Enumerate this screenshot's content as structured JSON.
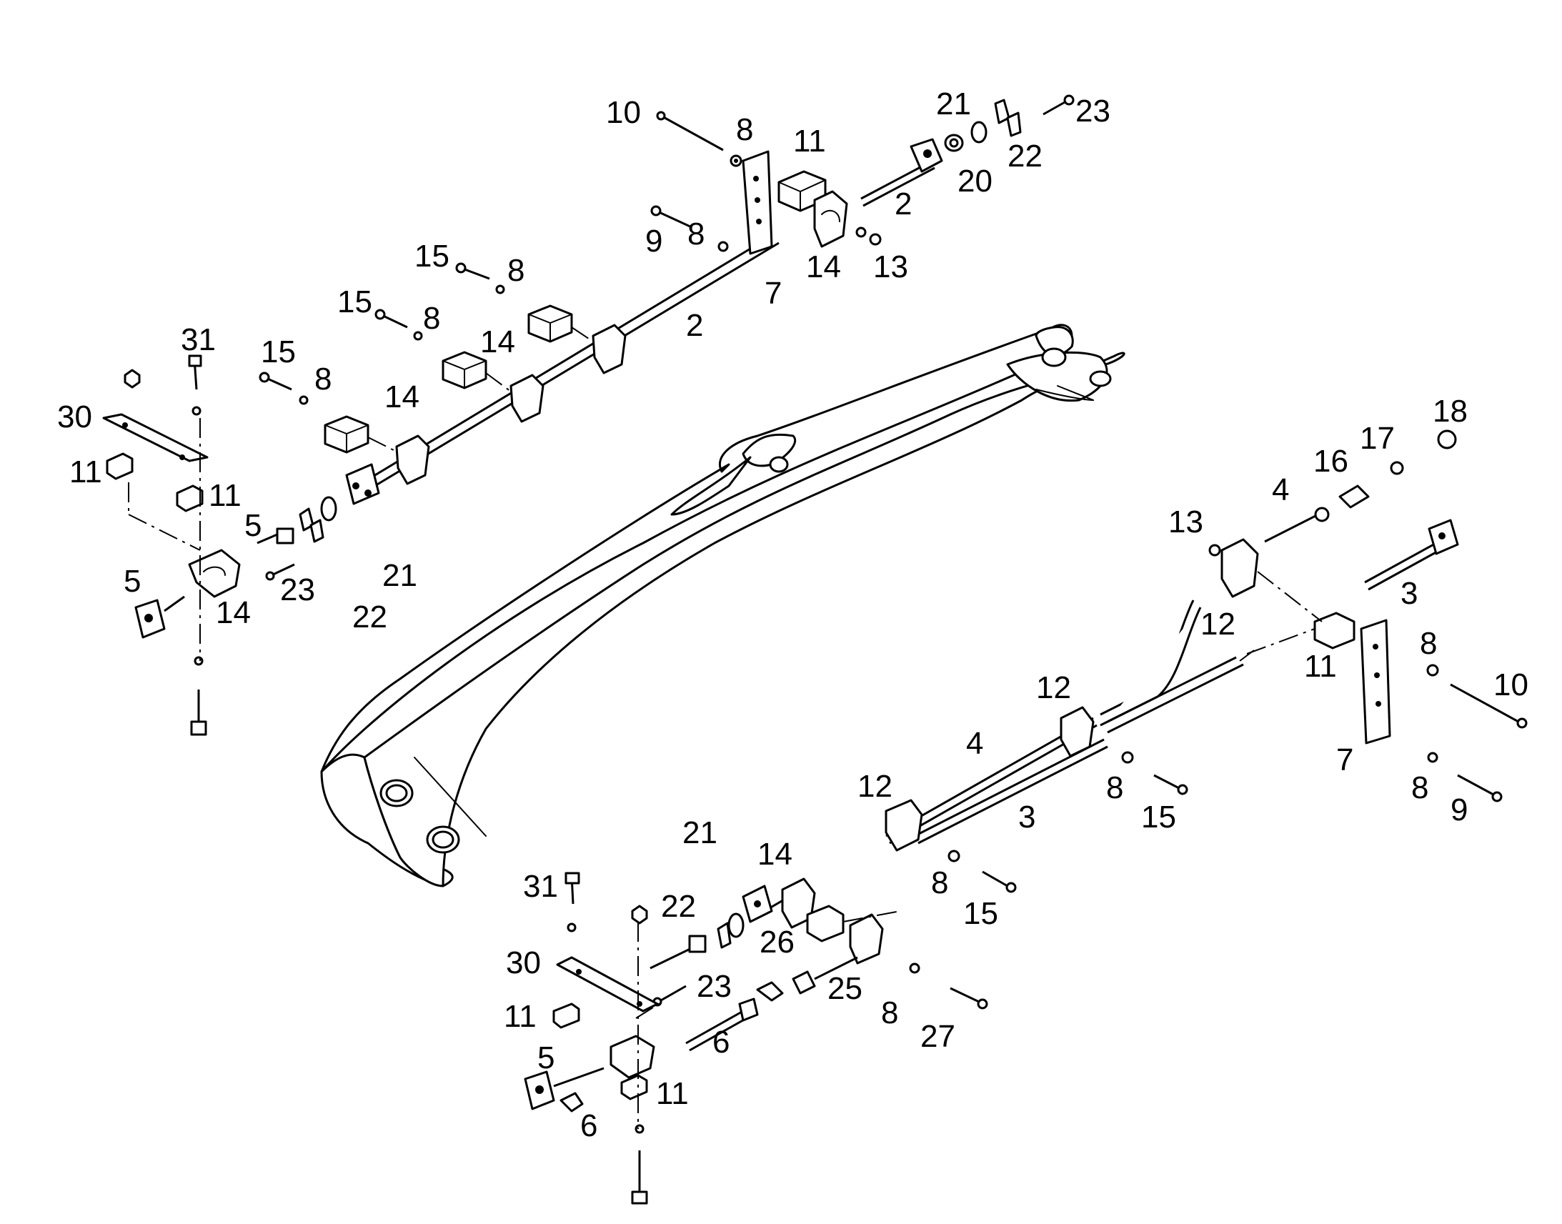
{
  "labels": {
    "l10a": "10",
    "l8a": "8",
    "l11a": "11",
    "l21a": "21",
    "l23a": "23",
    "l22a": "22",
    "l20": "20",
    "l2a": "2",
    "l9a": "9",
    "l8b": "8",
    "l14a": "14",
    "l13a": "13",
    "l7a": "7",
    "l2b": "2",
    "l15a": "15",
    "l8c": "8",
    "l15b": "15",
    "l8d": "8",
    "l14b": "14",
    "l15c": "15",
    "l8e": "8",
    "l14c": "14",
    "l31a": "31",
    "l30a": "30",
    "l11b": "11",
    "l11c": "11",
    "l5a": "5",
    "l21b": "21",
    "l23b": "23",
    "l22b": "22",
    "l5b": "5",
    "l14d": "14",
    "l18": "18",
    "l17": "17",
    "l16": "16",
    "l4a": "4",
    "l13b": "13",
    "l3a": "3",
    "l12a": "12",
    "l11d": "11",
    "l8f": "8",
    "l10b": "10",
    "l12b": "12",
    "l4b": "4",
    "l7b": "7",
    "l8g": "8",
    "l15d": "15",
    "l3b": "3",
    "l8h": "8",
    "l9b": "9",
    "l12c": "12",
    "l21c": "21",
    "l14e": "14",
    "l8i": "8",
    "l15e": "15",
    "l31b": "31",
    "l22c": "22",
    "l26": "26",
    "l30b": "30",
    "l23c": "23",
    "l25": "25",
    "l11e": "11",
    "l6a": "6",
    "l8j": "8",
    "l27": "27",
    "l5c": "5",
    "l11f": "11",
    "l6b": "6"
  }
}
